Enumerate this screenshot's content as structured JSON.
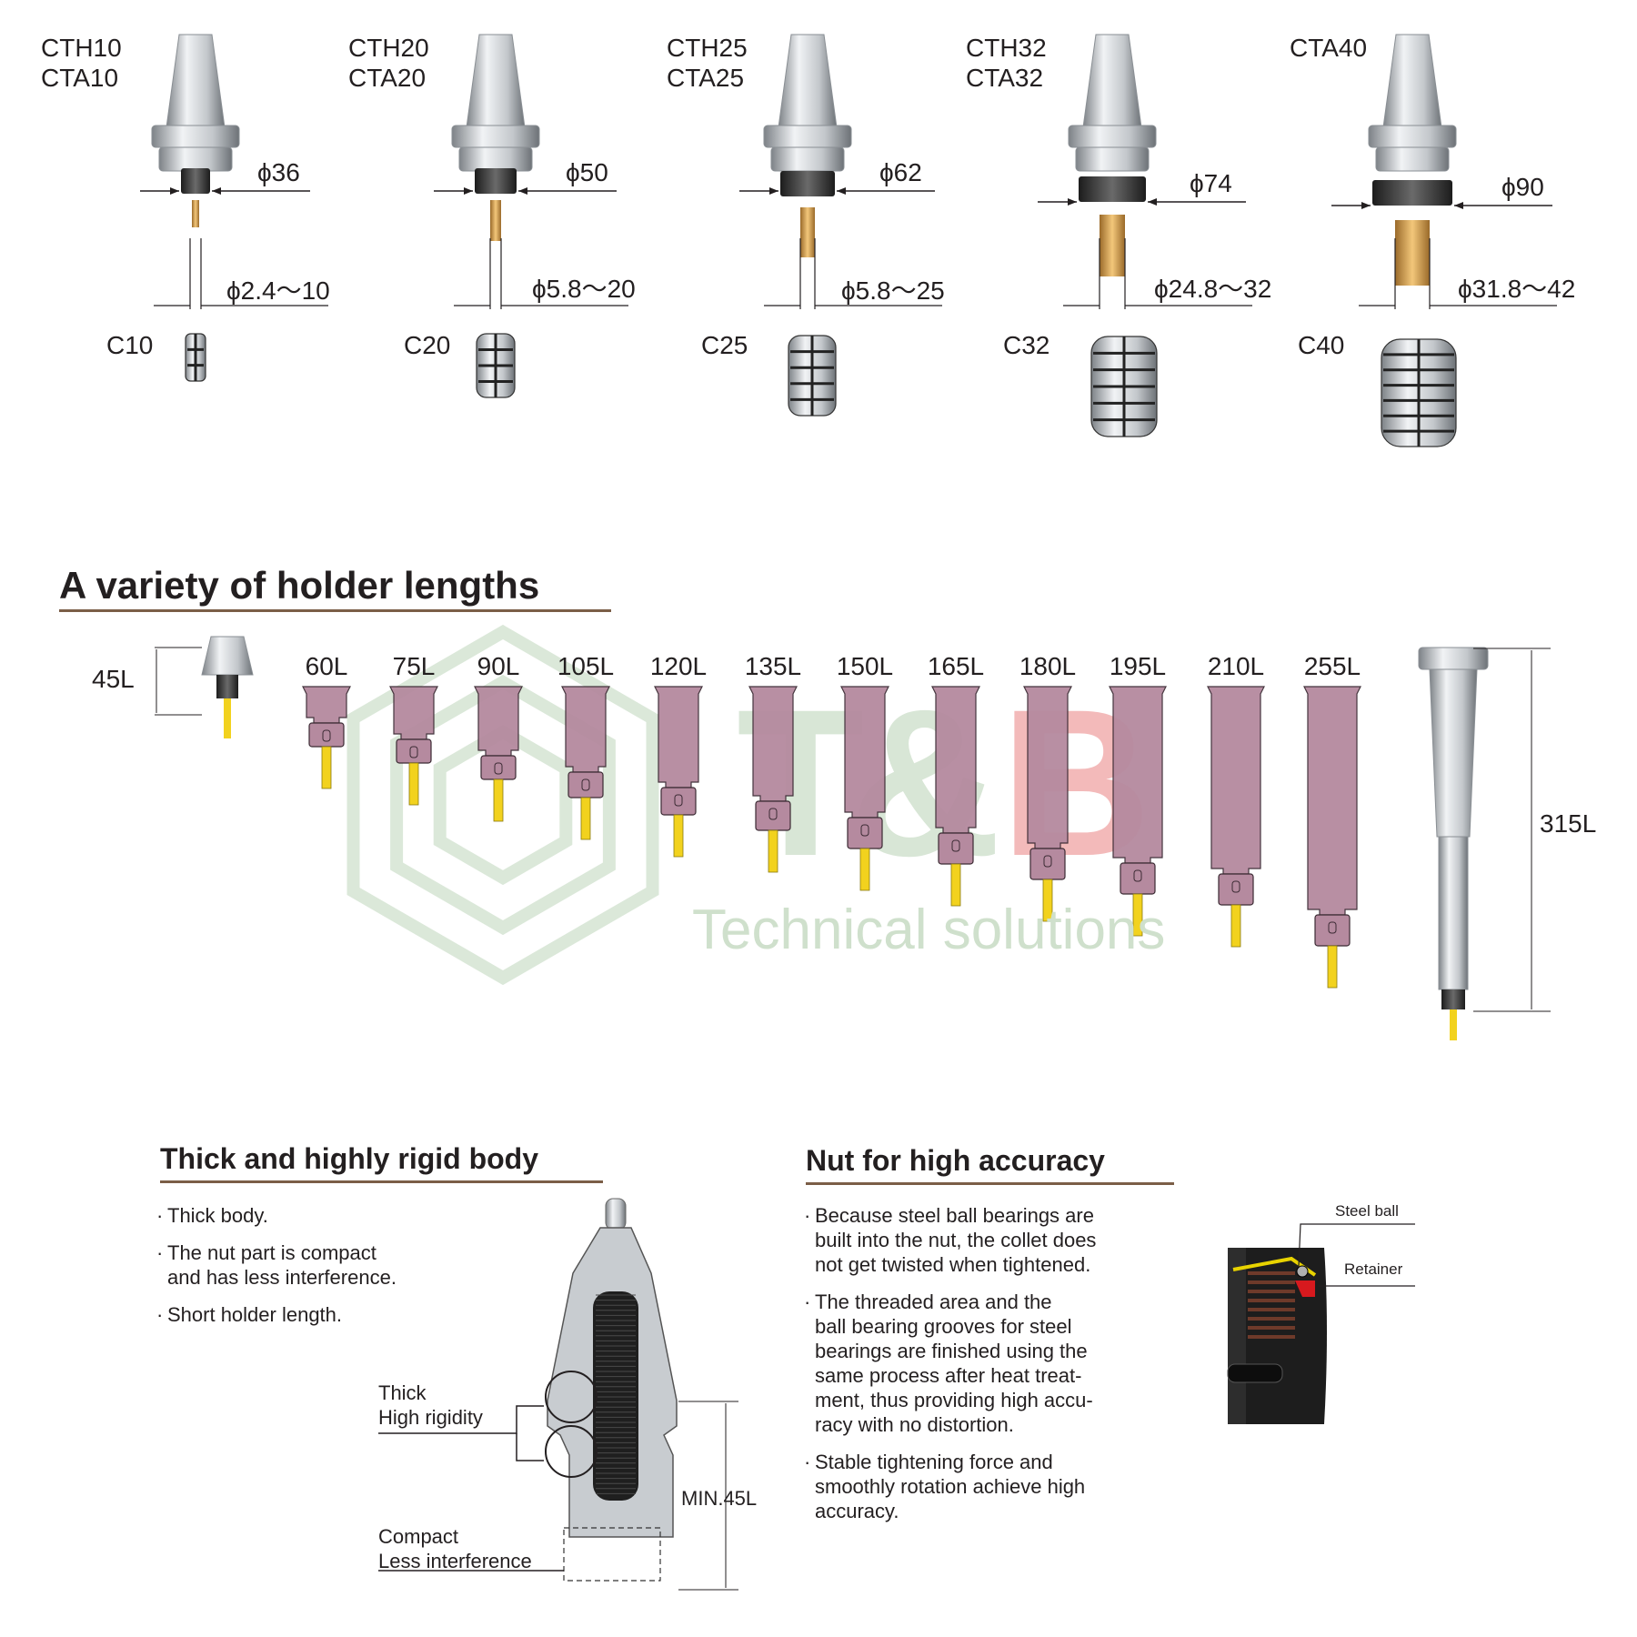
{
  "holders": [
    {
      "model": "CTH10\nCTA10",
      "nut_dia": "ϕ36",
      "clamp_range": "ϕ2.4～10",
      "collet": "C10"
    },
    {
      "model": "CTH20\nCTA20",
      "nut_dia": "ϕ50",
      "clamp_range": "ϕ5.8～20",
      "collet": "C20"
    },
    {
      "model": "CTH25\nCTA25",
      "nut_dia": "ϕ62",
      "clamp_range": "ϕ5.8～25",
      "collet": "C25"
    },
    {
      "model": "CTH32\nCTA32",
      "nut_dia": "ϕ74",
      "clamp_range": "ϕ24.8～32",
      "collet": "C32"
    },
    {
      "model": "CTA40",
      "nut_dia": "ϕ90",
      "clamp_range": "ϕ31.8～42",
      "collet": "C40"
    }
  ],
  "lengths": {
    "heading": "A variety of holder lengths",
    "min_label": "45L",
    "labels": [
      "60L",
      "75L",
      "90L",
      "105L",
      "120L",
      "135L",
      "150L",
      "165L",
      "180L",
      "195L",
      "210L",
      "255L"
    ],
    "max_label": "315L"
  },
  "watermark": {
    "logo": "T&B",
    "tagline": "Technical solutions"
  },
  "rigid": {
    "heading": "Thick and highly rigid body",
    "bullets": [
      "Thick body.",
      "The nut part is compact\nand has less interference.",
      "Short holder length."
    ],
    "callout_thick": "Thick\nHigh rigidity",
    "callout_compact": "Compact\nLess interference",
    "min_length": "MIN.45L"
  },
  "nut": {
    "heading": "Nut for high accuracy",
    "bullets": [
      "Because steel ball bearings are\nbuilt into the nut, the collet does\nnot get twisted when tightened.",
      "The threaded area and the\nball bearing grooves for steel\nbearings are finished using the\nsame process after heat treat-\nment, thus providing high accu-\nracy with no distortion.",
      "Stable tightening force and\nsmoothly rotation achieve high\naccuracy."
    ],
    "label_ball": "Steel ball",
    "label_retainer": "Retainer"
  },
  "colors": {
    "heading_rule": "#7b5e47",
    "holder_body": "#b58a9f",
    "tool_yellow": "#f2d21e",
    "watermark_green": "#cfe0cc",
    "watermark_red": "#f1a9a9"
  }
}
